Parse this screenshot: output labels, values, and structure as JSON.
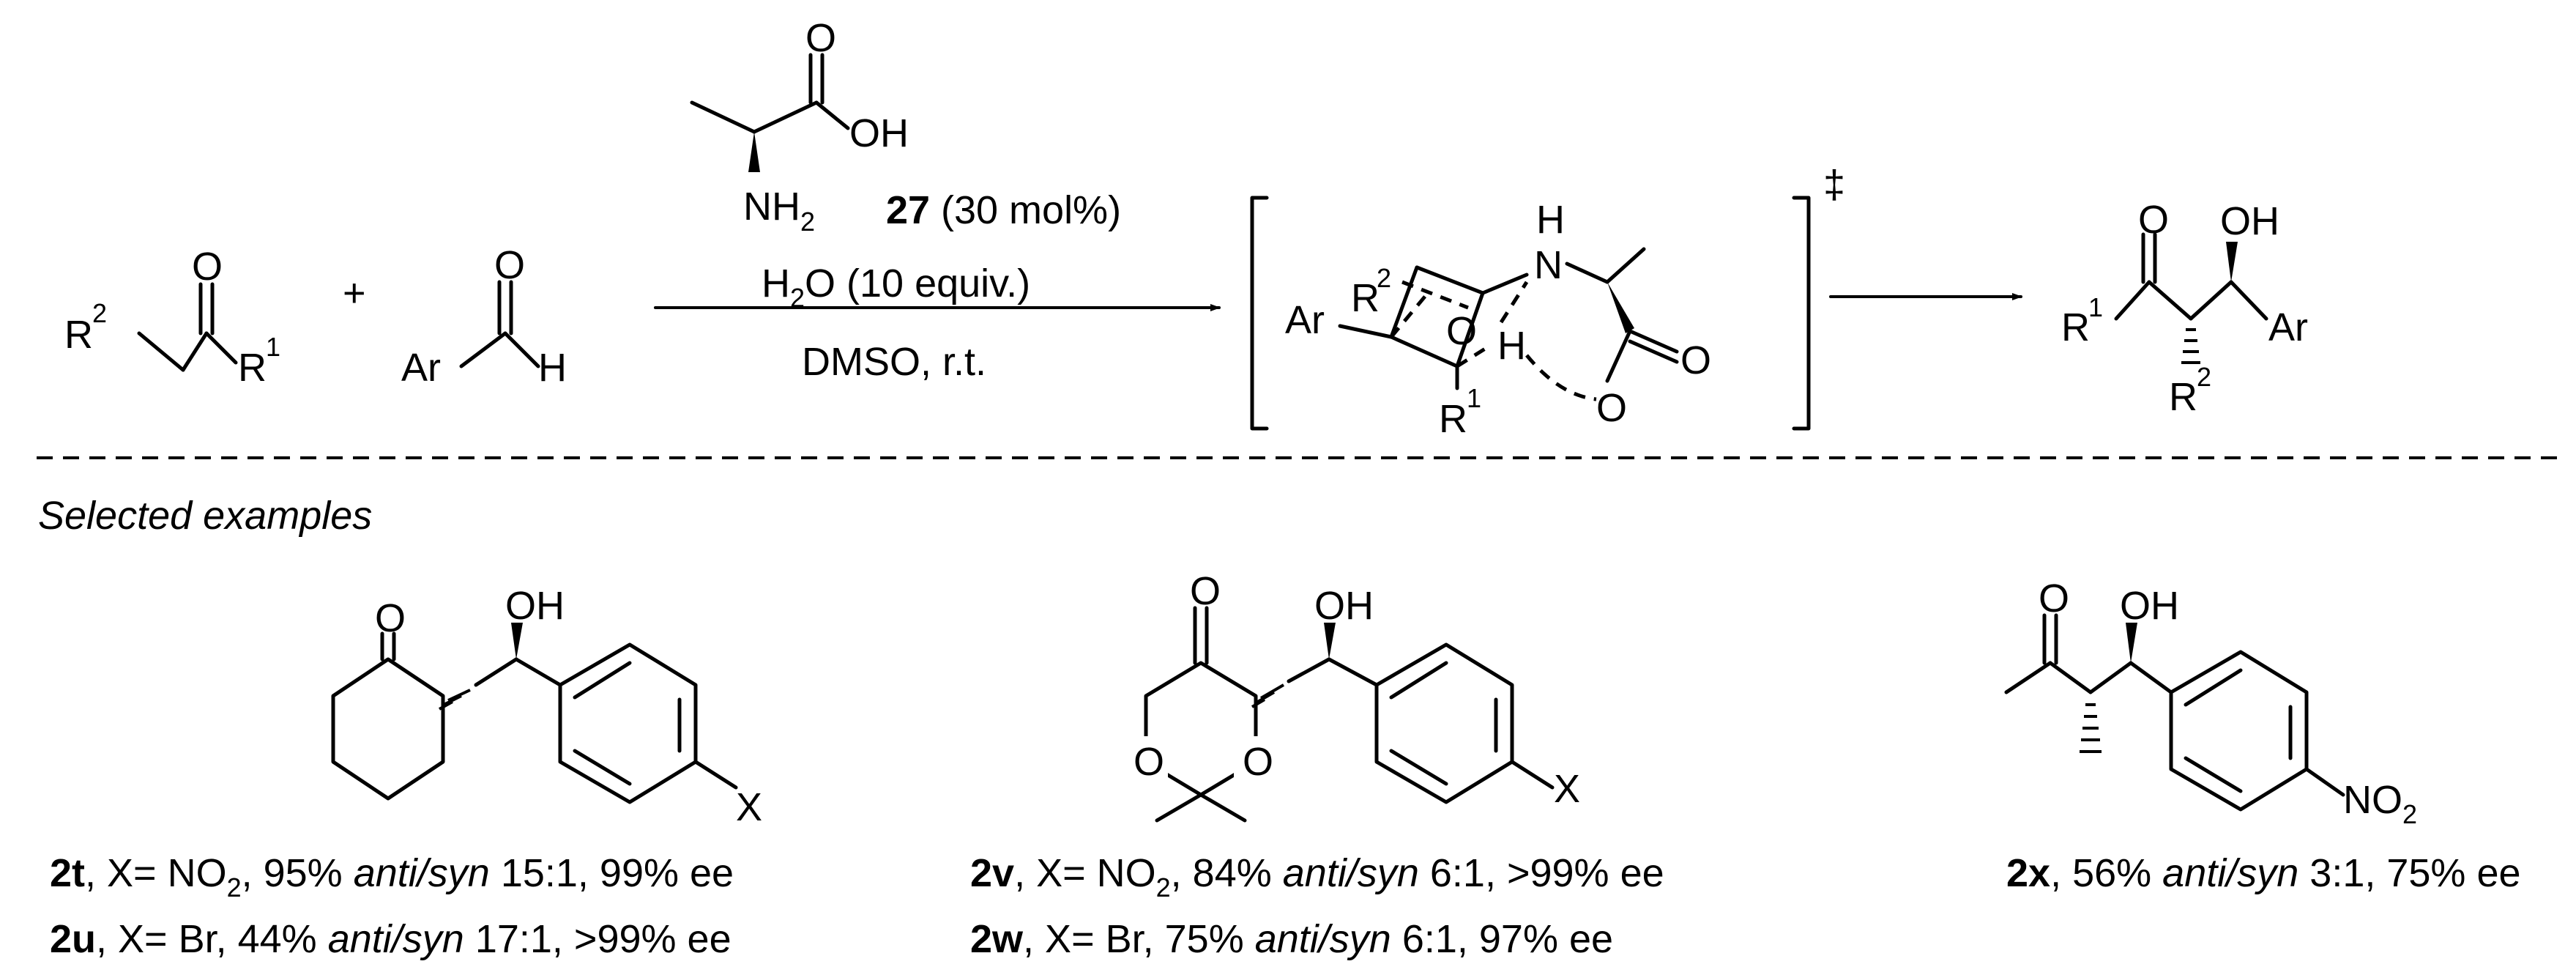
{
  "scheme": {
    "reagents": {
      "catalyst_number": "27",
      "catalyst_loading": "(30 mol%)",
      "water": "H",
      "water_sub": "2",
      "water_rest": "O (10 equiv.)",
      "solvent": "DMSO, r.t."
    },
    "atoms": {
      "O": "O",
      "OH": "OH",
      "NH": "NH",
      "NH2": "NH",
      "NH2_sub": "2",
      "H": "H",
      "N": "N",
      "Ar": "Ar",
      "R": "R",
      "X": "X",
      "NO": "NO",
      "NO2_sub": "2",
      "sup1": "1",
      "sup2": "2",
      "plus": "+",
      "dagger": "‡"
    },
    "section_title": "Selected examples",
    "examples": [
      {
        "lines": [
          {
            "id": "2t",
            "pre": ", X= NO",
            "sub": "2",
            "mid": ", 95% ",
            "ital": "anti/syn",
            "post": " 15:1, 99% ee"
          },
          {
            "id": "2u",
            "pre": ", X= Br, 44% ",
            "sub": "",
            "mid": "",
            "ital": "anti/syn",
            "post": " 17:1, >99% ee"
          }
        ]
      },
      {
        "lines": [
          {
            "id": "2v",
            "pre": ", X= NO",
            "sub": "2",
            "mid": ", 84% ",
            "ital": "anti/syn",
            "post": " 6:1, >99% ee"
          },
          {
            "id": "2w",
            "pre": ", X= Br, 75% ",
            "sub": "",
            "mid": "",
            "ital": "anti/syn",
            "post": " 6:1, 97% ee"
          }
        ]
      },
      {
        "lines": [
          {
            "id": "2x",
            "pre": ", 56% ",
            "sub": "",
            "mid": "",
            "ital": "anti/syn",
            "post": " 3:1, 75% ee"
          }
        ]
      }
    ]
  }
}
